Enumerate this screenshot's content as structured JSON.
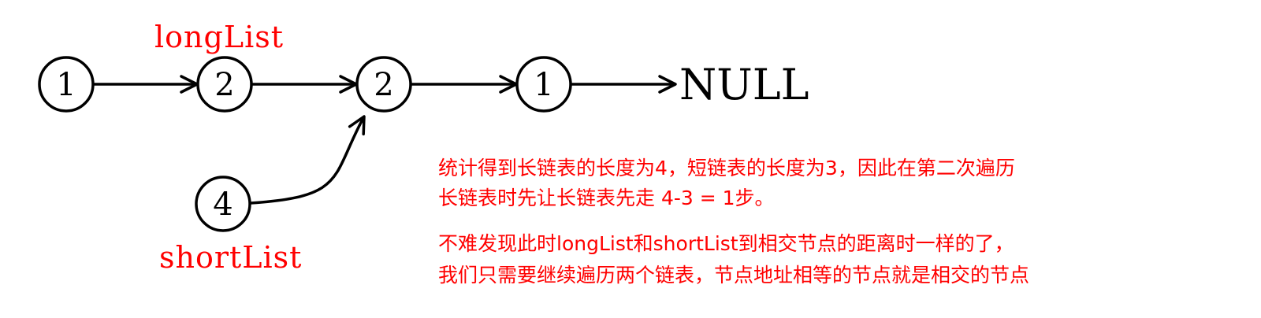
{
  "colors": {
    "annotation": "#ff0000",
    "stroke": "#000000",
    "background": "#ffffff"
  },
  "nodes": {
    "long_1": "1",
    "long_2": "2",
    "shared_2": "2",
    "shared_1": "1",
    "short_4": "4"
  },
  "terminal": "NULL",
  "pointers": {
    "long_label": "longList",
    "short_label": "shortList"
  },
  "notes": {
    "line1": "统计得到长链表的长度为4，短链表的长度为3，因此在第二次遍历",
    "line2": "长链表时先让长链表先走 4-3 = 1步。",
    "line3": "不难发现此时longList和shortList到相交节点的距离时一样的了，",
    "line4": "我们只需要继续遍历两个链表，节点地址相等的节点就是相交的节点"
  }
}
